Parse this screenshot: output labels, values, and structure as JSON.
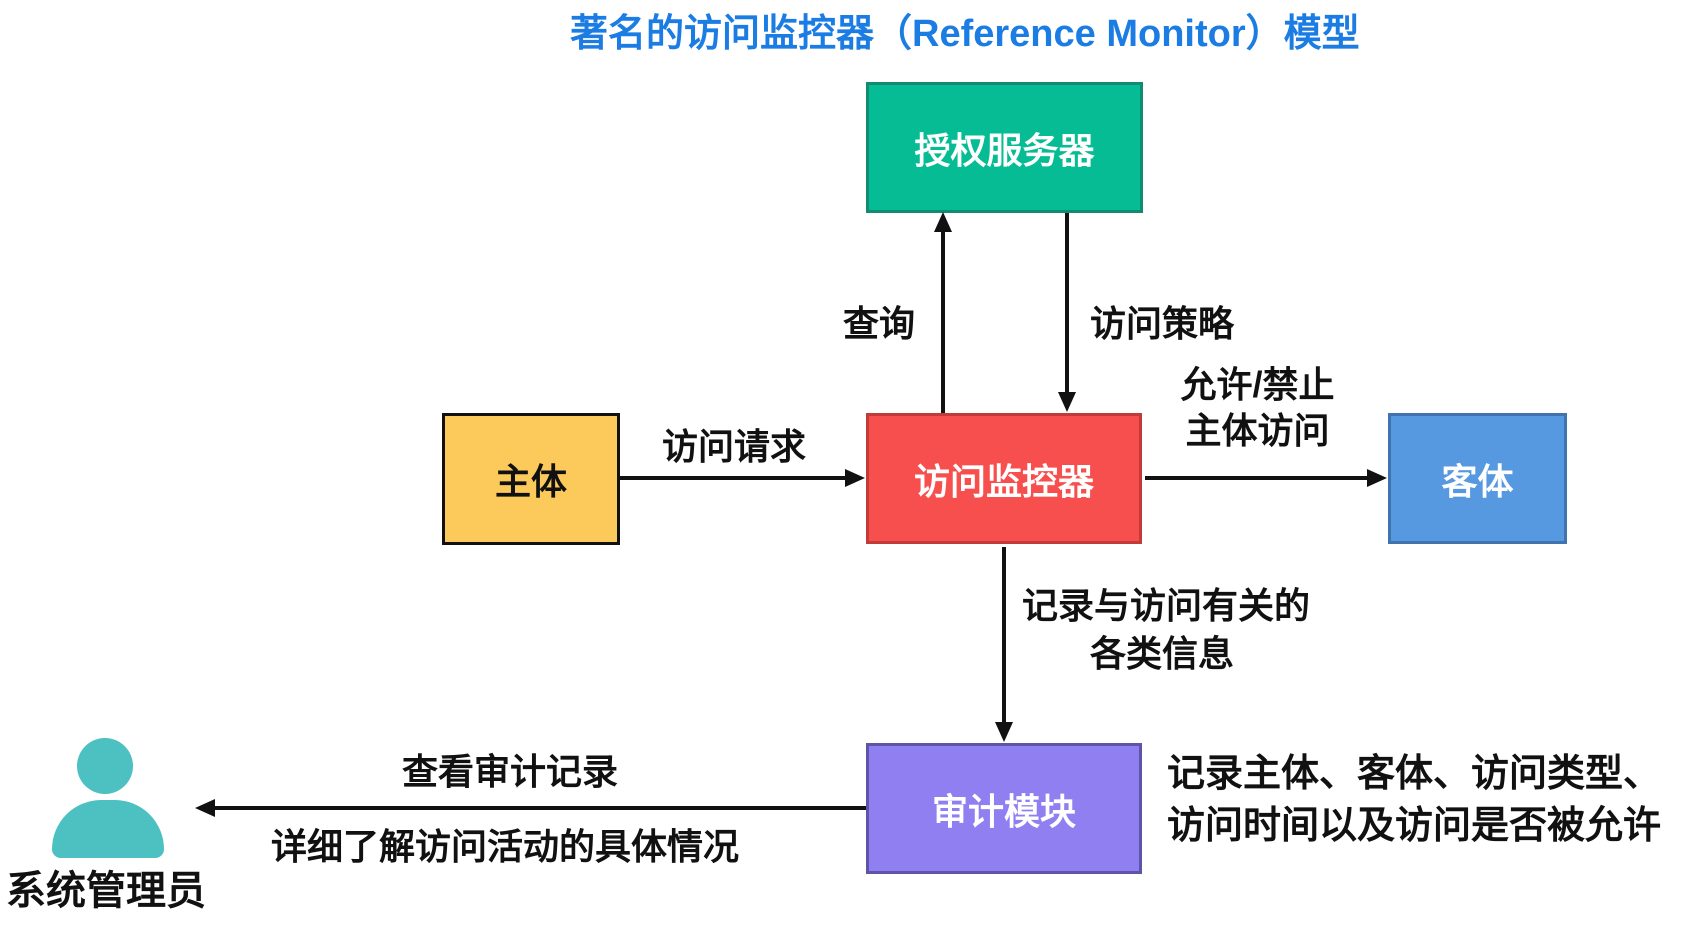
{
  "title": "著名的访问监控器（Reference Monitor）模型",
  "nodes": {
    "auth_server": {
      "label": "授权服务器",
      "fill": "#05bc94",
      "border": "#128c70"
    },
    "monitor": {
      "label": "访问监控器",
      "fill": "#f74f4d",
      "border": "#c23b39"
    },
    "subject": {
      "label": "主体",
      "fill": "#fbca5b",
      "border": "#111111"
    },
    "object": {
      "label": "客体",
      "fill": "#5699e0",
      "border": "#4173ae"
    },
    "audit": {
      "label": "审计模块",
      "fill": "#8f7ff0",
      "border": "#5f55a8"
    },
    "admin": {
      "label": "系统管理员",
      "icon": "person-icon",
      "icon_color": "#4dc0c1"
    }
  },
  "edges": {
    "query": {
      "label": "查询",
      "from": "monitor",
      "to": "auth_server"
    },
    "policy": {
      "label": "访问策略",
      "from": "auth_server",
      "to": "monitor"
    },
    "request": {
      "label": "访问请求",
      "from": "subject",
      "to": "monitor"
    },
    "permit": {
      "line1": "允许/禁止",
      "line2": "主体访问",
      "from": "monitor",
      "to": "object"
    },
    "record": {
      "line1": "记录与访问有关的",
      "line2": "各类信息",
      "from": "monitor",
      "to": "audit"
    },
    "view": {
      "above": "查看审计记录",
      "below": "详细了解访问活动的具体情况",
      "from": "audit",
      "to": "admin"
    }
  },
  "annotations": {
    "audit_note_line1": "记录主体、客体、访问类型、",
    "audit_note_line2": "访问时间以及访问是否被允许"
  },
  "colors": {
    "title_text": "#1b7ce4",
    "arrow": "#111111",
    "label_text": "#111111"
  }
}
